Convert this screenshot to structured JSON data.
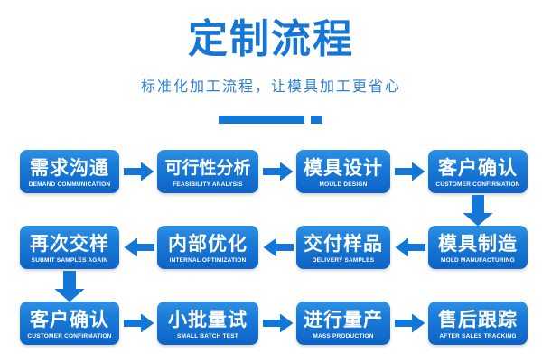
{
  "header": {
    "title": "定制流程",
    "subtitle": "标准化加工流程，让模具加工更省心"
  },
  "colors": {
    "title": "#1576d8",
    "subtitle": "#2b7fd8",
    "accent": "#1277d6",
    "box_top": "#2e90e3",
    "box_bottom": "#0d63c6",
    "box_text": "#ffffff",
    "background": "#ffffff"
  },
  "flow": {
    "rows": [
      {
        "direction": "right",
        "steps": [
          {
            "cn": "需求沟通",
            "en": "DEMAND COMMUNICATION"
          },
          {
            "cn": "可行性分析",
            "en": "FEASIBILITY ANALYSIS"
          },
          {
            "cn": "模具设计",
            "en": "MOULD DESIGN"
          },
          {
            "cn": "客户确认",
            "en": "CUSTOMER CONFIRMATION"
          }
        ]
      },
      {
        "direction": "left",
        "steps": [
          {
            "cn": "再次交样",
            "en": "SUBMIT SAMPLES AGAIN"
          },
          {
            "cn": "内部优化",
            "en": "INTERNAL OPTIMIZATION"
          },
          {
            "cn": "交付样品",
            "en": "DELIVERY SAMPLES"
          },
          {
            "cn": "模具制造",
            "en": "MOLD MANUFACTURING"
          }
        ]
      },
      {
        "direction": "right",
        "steps": [
          {
            "cn": "客户确认",
            "en": "CUSTOMER CONFIRMATION"
          },
          {
            "cn": "小批量试",
            "en": "SMALL BATCH TEST"
          },
          {
            "cn": "进行量产",
            "en": "MASS PRODUCTION"
          },
          {
            "cn": "售后跟踪",
            "en": "AFTER SALES TRACKING"
          }
        ]
      }
    ],
    "connectors": {
      "row1_to_row2": "down-arrow-right-side",
      "row2_to_row3": "down-arrow-left-side"
    }
  }
}
